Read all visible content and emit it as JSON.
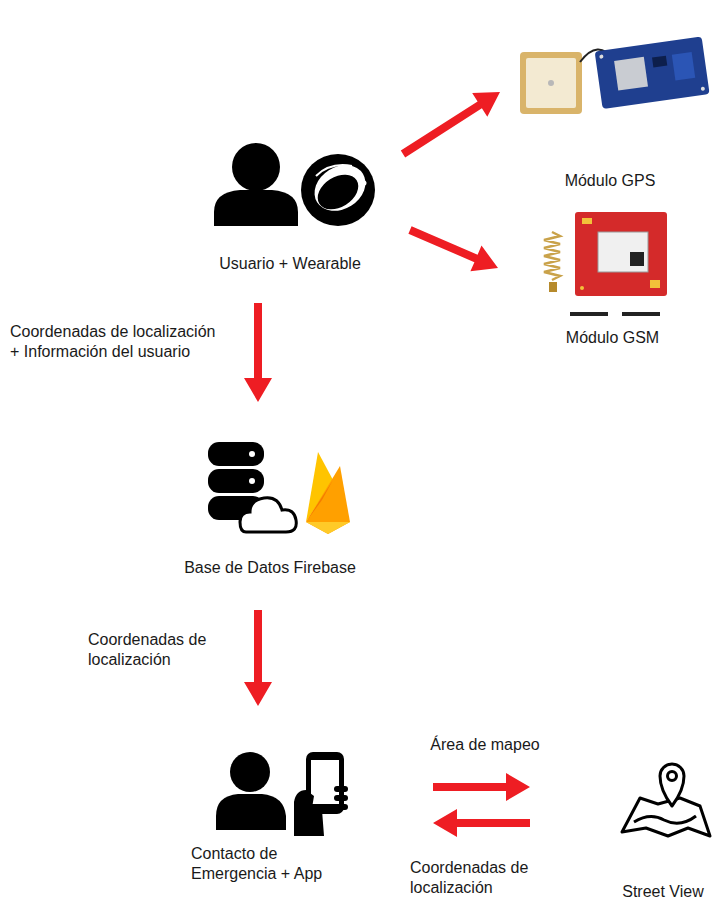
{
  "diagram": {
    "nodes": [
      {
        "text": [
          "Usuario + Wearable"
        ]
      },
      {
        "text": [
          "Módulo GPS"
        ]
      },
      {
        "text": [
          "Módulo GSM"
        ]
      },
      {
        "text": [
          "Base de Datos Firebase"
        ]
      },
      {
        "text": [
          "Contacto de Emergencia + App"
        ]
      },
      {
        "text": [
          "Street View"
        ]
      }
    ],
    "edges": [
      {
        "from": 0,
        "to": 1,
        "arrow": "to"
      },
      {
        "from": 0,
        "to": 2,
        "arrow": "to"
      },
      {
        "from": 0,
        "to": 3,
        "label": "Coordenadas de localización + Información del usuario",
        "arrow": "to"
      },
      {
        "from": 3,
        "to": 4,
        "label": "Coordenadas de localización",
        "arrow": "to"
      },
      {
        "from": 4,
        "to": 5,
        "label": "Área de mapeo",
        "arrow": "to"
      },
      {
        "from": 5,
        "to": 4,
        "label": "Coordenadas de localización",
        "arrow": "to"
      }
    ]
  }
}
